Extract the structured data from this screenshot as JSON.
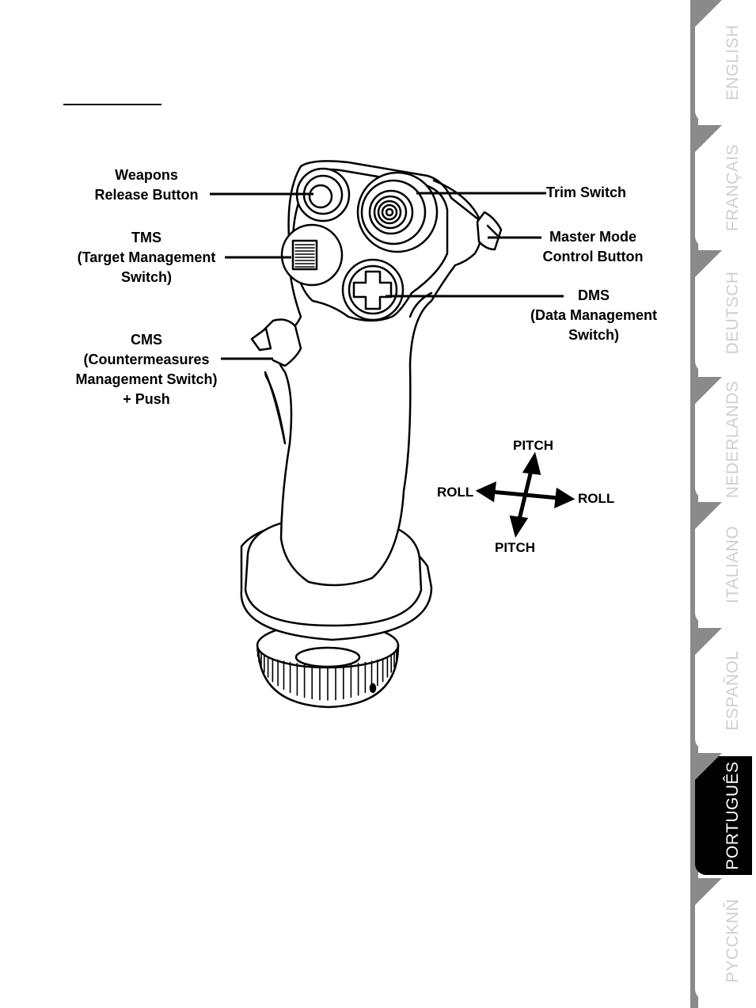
{
  "callouts": {
    "weapons_release": [
      "Weapons",
      "Release Button"
    ],
    "trim_switch": [
      "Trim Switch"
    ],
    "tms": [
      "TMS",
      "(Target Management",
      "Switch)"
    ],
    "master_mode": [
      "Master Mode",
      "Control Button"
    ],
    "dms": [
      "DMS",
      "(Data Management",
      "Switch)"
    ],
    "cms": [
      "CMS",
      "(Countermeasures",
      "Management Switch)",
      "+ Push"
    ]
  },
  "axes": {
    "pitch_top": "PITCH",
    "pitch_bottom": "PITCH",
    "roll_left": "ROLL",
    "roll_right": "ROLL"
  },
  "language_tabs": [
    {
      "label": "ENGLISH",
      "active": false
    },
    {
      "label": "FRANÇAIS",
      "active": false
    },
    {
      "label": "DEUTSCH",
      "active": false
    },
    {
      "label": "NEDERLANDS",
      "active": false
    },
    {
      "label": "ITALIANO",
      "active": false
    },
    {
      "label": "ESPAÑOL",
      "active": false
    },
    {
      "label": "PORTUGUÊS",
      "active": true
    },
    {
      "label": "PYCCKNŇ",
      "active": false
    }
  ],
  "colors": {
    "tab_inactive_text": "#cfcfcf",
    "tab_active_bg": "#000000",
    "tab_border": "#8a8a8a"
  }
}
